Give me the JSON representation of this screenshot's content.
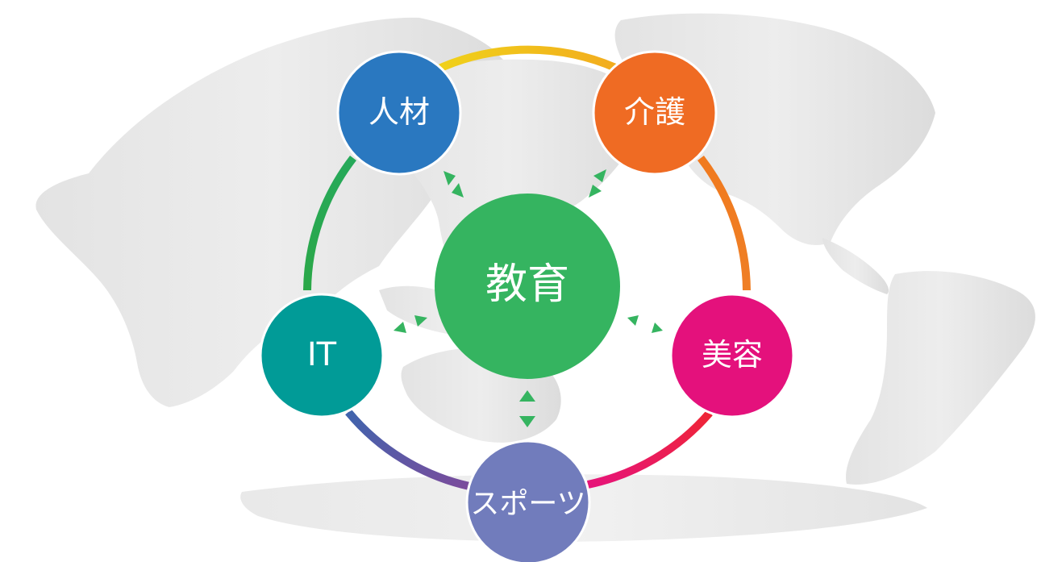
{
  "diagram": {
    "center": {
      "label": "教育",
      "color": "#35b460"
    },
    "nodes": [
      {
        "key": "jinzai",
        "label": "人材",
        "color": "#2a78c0"
      },
      {
        "key": "kaigo",
        "label": "介護",
        "color": "#ef6b23"
      },
      {
        "key": "biyou",
        "label": "美容",
        "color": "#e4117c"
      },
      {
        "key": "sports",
        "label": "スポーツ",
        "color": "#717cbc"
      },
      {
        "key": "it",
        "label": "IT",
        "color": "#019b97"
      }
    ],
    "ring_colors": {
      "top": [
        "#f0d21a",
        "#f2ab1e"
      ],
      "right": [
        "#f07a1e",
        "#ef7f26"
      ],
      "bottom_right": [
        "#ef2535",
        "#e6147a"
      ],
      "bottom_left": [
        "#7b4c9c",
        "#3f64ad"
      ],
      "left": [
        "#2ba848",
        "#26a95a"
      ]
    },
    "arrow_color": "#35b460",
    "background": "world-map-silhouette"
  }
}
